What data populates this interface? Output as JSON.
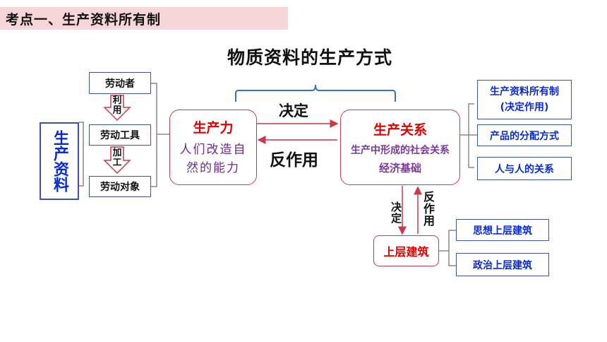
{
  "header": {
    "title": "考点一、生产资料所有制"
  },
  "main_title": "物质资料的生产方式",
  "means_of_production": {
    "label": "生产资料",
    "items": [
      "劳动者",
      "劳动工具",
      "劳动对象"
    ],
    "arrow_labels": [
      "利用",
      "加工"
    ]
  },
  "productive_forces": {
    "title": "生产力",
    "desc_line1": "人们改造自",
    "desc_line2": "然的能力"
  },
  "relations": {
    "title": "生产关系",
    "desc": "生产中形成的社会关系",
    "basis": "经济基础",
    "items": [
      "生产资料所有制",
      "(决定作用)",
      "产品的分配方式",
      "人与人的关系"
    ]
  },
  "center_labels": {
    "decide": "决定",
    "react": "反作用"
  },
  "superstructure": {
    "title": "上层建筑",
    "decide": "决定",
    "react": "反作用",
    "items": [
      "思想上层建筑",
      "政治上层建筑"
    ]
  },
  "colors": {
    "blue": "#0a2bd4",
    "red": "#e00000",
    "purple": "#7a3a9a",
    "box_border": "#3a55a8",
    "red_border": "#c83a4a",
    "header_bg": "#f7d6d9"
  }
}
